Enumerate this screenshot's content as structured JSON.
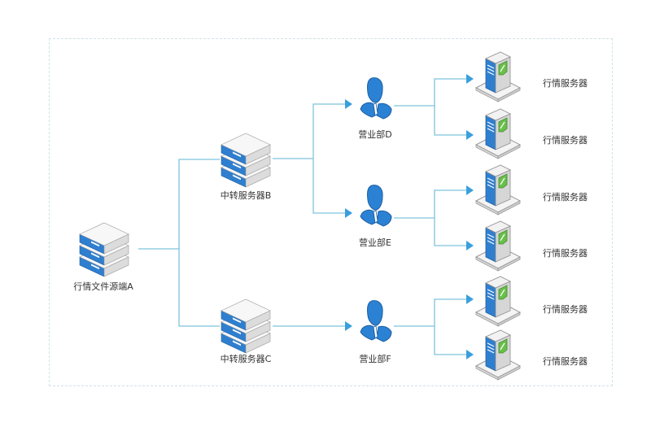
{
  "diagram": {
    "colors": {
      "line": "#7ec4dc",
      "arrow": "#3a9fdc",
      "frame": "#cfe3e6",
      "server_blue": "#2f7fd0",
      "server_light": "#eeeeee",
      "person_blue": "#2b82d4",
      "tower_green": "#6abf4b",
      "text": "#333333"
    },
    "nodes": {
      "source": {
        "label": "行情文件源端A",
        "icon": "rack-server-icon"
      },
      "relay_b": {
        "label": "中转服务器B",
        "icon": "rack-server-icon"
      },
      "relay_c": {
        "label": "中转服务器C",
        "icon": "rack-server-icon"
      },
      "branch_d": {
        "label": "营业部D",
        "icon": "person-icon"
      },
      "branch_e": {
        "label": "营业部E",
        "icon": "person-icon"
      },
      "branch_f": {
        "label": "营业部F",
        "icon": "person-icon"
      },
      "quote_servers": [
        {
          "label": "行情服务器",
          "icon": "tower-server-icon"
        },
        {
          "label": "行情服务器",
          "icon": "tower-server-icon"
        },
        {
          "label": "行情服务器",
          "icon": "tower-server-icon"
        },
        {
          "label": "行情服务器",
          "icon": "tower-server-icon"
        },
        {
          "label": "行情服务器",
          "icon": "tower-server-icon"
        },
        {
          "label": "行情服务器",
          "icon": "tower-server-icon"
        }
      ]
    },
    "edges": [
      {
        "from": "source",
        "to": "relay_b"
      },
      {
        "from": "source",
        "to": "relay_c"
      },
      {
        "from": "relay_b",
        "to": "branch_d"
      },
      {
        "from": "relay_b",
        "to": "branch_e"
      },
      {
        "from": "relay_c",
        "to": "branch_f"
      },
      {
        "from": "branch_d",
        "to": "quote_servers.0"
      },
      {
        "from": "branch_d",
        "to": "quote_servers.1"
      },
      {
        "from": "branch_e",
        "to": "quote_servers.2"
      },
      {
        "from": "branch_e",
        "to": "quote_servers.3"
      },
      {
        "from": "branch_f",
        "to": "quote_servers.4"
      },
      {
        "from": "branch_f",
        "to": "quote_servers.5"
      }
    ]
  }
}
